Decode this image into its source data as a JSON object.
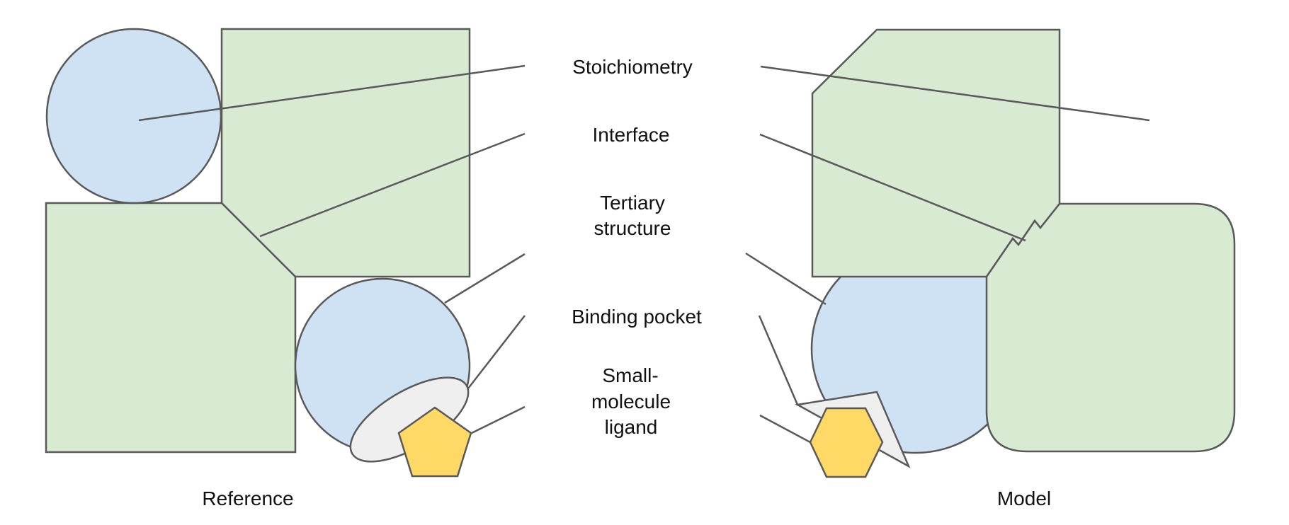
{
  "colors": {
    "chain_a": "#cfe2f3",
    "chain_b": "#d9ead3",
    "ligand": "#ffd966",
    "pocket": "#efefef",
    "outline": "#595959",
    "text": "#111111"
  },
  "labels": {
    "stoichiometry": "Stoichiometry",
    "interface": "Interface",
    "tertiary_line1": "Tertiary",
    "tertiary_line2": "structure",
    "binding_pocket": "Binding pocket",
    "ligand_line1": "Small-",
    "ligand_line2": "molecule",
    "ligand_line3": "ligand"
  },
  "panels": {
    "reference": {
      "title": "Reference",
      "ligand_shape": "pentagon-icon"
    },
    "model": {
      "title": "Model",
      "ligand_shape": "hexagon-icon"
    }
  }
}
